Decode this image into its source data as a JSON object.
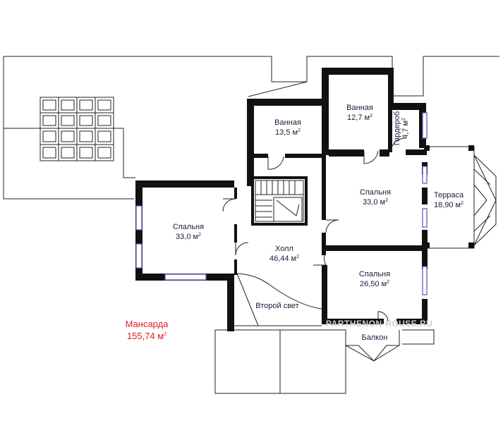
{
  "rooms": {
    "bath_left": {
      "name": "Ванная",
      "area": "13,5 м",
      "sup": "2"
    },
    "bath_right": {
      "name": "Ванная",
      "area": "12,7 м",
      "sup": "2"
    },
    "wardrobe": {
      "name": "Гардероб",
      "area": "4,7 м",
      "sup": "2"
    },
    "bed_right": {
      "name": "Спальня",
      "area": "33,0 м",
      "sup": "2"
    },
    "terrace": {
      "name": "Терраса",
      "area": "18,90 м",
      "sup": "2"
    },
    "bed_left": {
      "name": "Спальня",
      "area": "33,0 м",
      "sup": "2"
    },
    "hall": {
      "name": "Холл",
      "area": "46,44 м",
      "sup": "2"
    },
    "bed_lower": {
      "name": "Спальня",
      "area": "26,50 м",
      "sup": "2"
    },
    "second_light": {
      "name": "Второй свет"
    },
    "balcony": {
      "name": "Балкон"
    }
  },
  "floor": {
    "name": "Мансарда",
    "area": "155,74 м",
    "sup": "2"
  },
  "watermark": "PARTHENON-HOUSE.RU",
  "colors": {
    "wall": "#111111",
    "window": "#7a6fd0",
    "text": "#1a1a3a",
    "total": "#e11b1b"
  }
}
